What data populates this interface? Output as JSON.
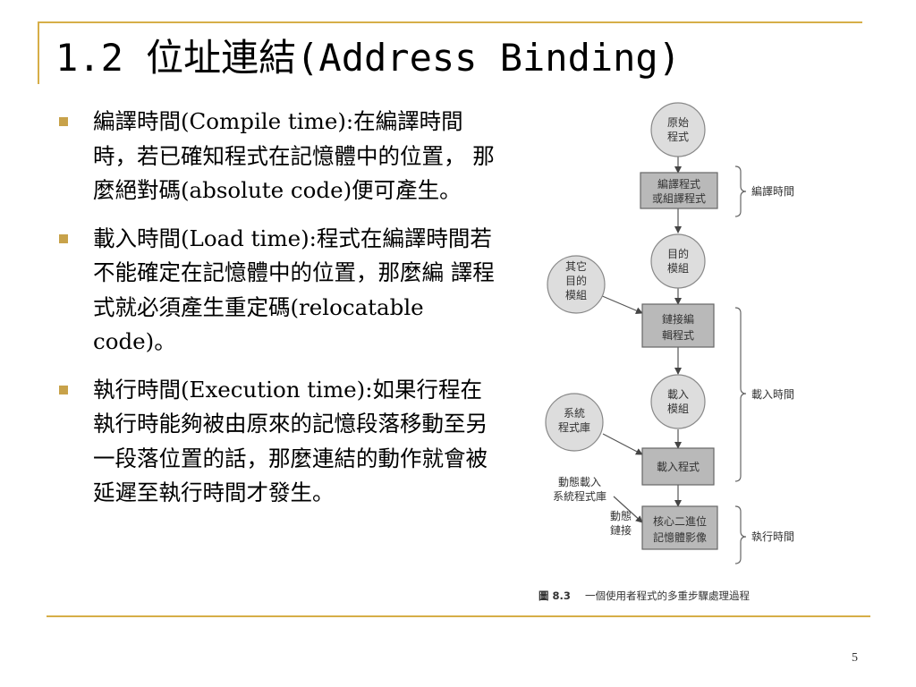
{
  "slide": {
    "title": "1.2 位址連結(Address Binding)",
    "page_number": "5"
  },
  "bullets": [
    {
      "text": "編譯時間(Compile time):在編譯時間時，若已確知程式在記憶體中的位置， 那麼絕對碼(absolute code)便可產生。"
    },
    {
      "text": "載入時間(Load time):程式在編譯時間若不能確定在記憶體中的位置，那麼編 譯程式就必須產生重定碼(relocatable code)。"
    },
    {
      "text": "執行時間(Execution time):如果行程在執行時能夠被由原來的記憶段落移動至另一段落位置的話，那麼連結的動作就會被延遲至執行時間才發生。"
    }
  ],
  "diagram": {
    "source_program": [
      "原始",
      "程式"
    ],
    "compiler": [
      "編譯程式",
      "或組譯程式"
    ],
    "object_module": [
      "目的",
      "模組"
    ],
    "other_modules": [
      "其它",
      "目的",
      "模組"
    ],
    "linkage_editor": [
      "鏈接編",
      "輯程式"
    ],
    "load_module": [
      "載入",
      "模組"
    ],
    "system_library": [
      "系統",
      "程式庫"
    ],
    "loader": "載入程式",
    "dynamic_library": [
      "動態載入",
      "系統程式庫"
    ],
    "dynamic_linking": [
      "動態",
      "鏈接"
    ],
    "memory_image": [
      "核心二進位",
      "記憶體影像"
    ],
    "compile_time_label": "編譯時間",
    "load_time_label": "載入時間",
    "execution_time_label": "執行時間",
    "caption_num": "圖 8.3",
    "caption_text": "一個使用者程式的多重步驟處理過程"
  }
}
